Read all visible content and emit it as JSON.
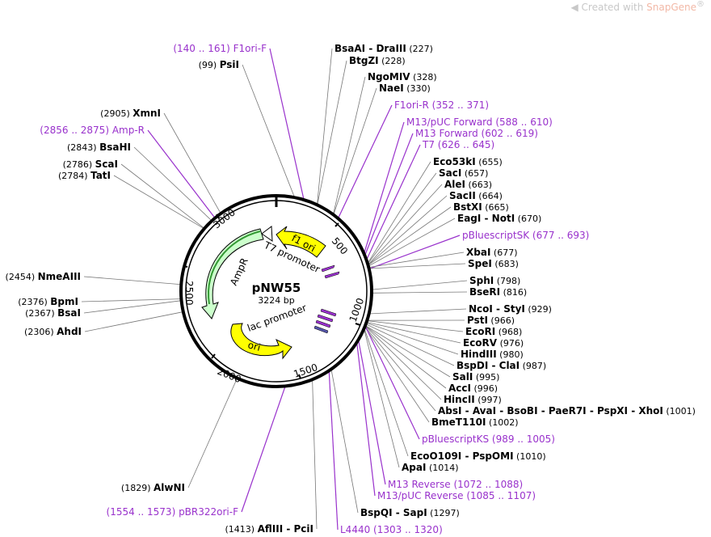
{
  "watermark": {
    "prefix": "Created with",
    "brand": "SnapGene",
    "mark": "®"
  },
  "plasmid": {
    "name": "pNW55",
    "length_label": "3224 bp",
    "length": 3224
  },
  "ticks": [
    "500",
    "1000",
    "1500",
    "2000",
    "2500",
    "3000"
  ],
  "features": [
    {
      "name": "f1 ori",
      "color": "#ffff00"
    },
    {
      "name": "T7 promoter",
      "color": "#ffffff"
    },
    {
      "name": "AmpR",
      "color": "#ccffcc"
    },
    {
      "name": "lac promoter",
      "color": "#ffff00"
    },
    {
      "name": "ori",
      "color": "#ffff00"
    }
  ],
  "sites_left": [
    {
      "type": "primer",
      "pos": "(140 .. 161)",
      "name": "F1ori-F"
    },
    {
      "type": "enzyme",
      "pos": "(99)",
      "name": "PsiI"
    },
    {
      "type": "enzyme",
      "pos": "(2905)",
      "name": "XmnI"
    },
    {
      "type": "primer",
      "pos": "(2856 .. 2875)",
      "name": "Amp-R"
    },
    {
      "type": "enzyme",
      "pos": "(2843)",
      "name": "BsaHI"
    },
    {
      "type": "enzyme",
      "pos": "(2786)",
      "name": "ScaI"
    },
    {
      "type": "enzyme",
      "pos": "(2784)",
      "name": "TatI"
    },
    {
      "type": "enzyme",
      "pos": "(2454)",
      "name": "NmeAIII"
    },
    {
      "type": "enzyme",
      "pos": "(2376)",
      "name": "BpmI"
    },
    {
      "type": "enzyme",
      "pos": "(2367)",
      "name": "BsaI"
    },
    {
      "type": "enzyme",
      "pos": "(2306)",
      "name": "AhdI"
    },
    {
      "type": "enzyme",
      "pos": "(1829)",
      "name": "AlwNI"
    },
    {
      "type": "primer",
      "pos": "(1554 .. 1573)",
      "name": "pBR322ori-F"
    },
    {
      "type": "enzyme",
      "pos": "(1413)",
      "name": "AflIII - PciI"
    }
  ],
  "sites_right": [
    {
      "type": "enzyme",
      "name": "BsaAI - DraIII",
      "pos": "(227)"
    },
    {
      "type": "enzyme",
      "name": "BtgZI",
      "pos": "(228)"
    },
    {
      "type": "enzyme",
      "name": "NgoMIV",
      "pos": "(328)"
    },
    {
      "type": "enzyme",
      "name": "NaeI",
      "pos": "(330)"
    },
    {
      "type": "primer",
      "name": "F1ori-R",
      "pos": "(352 .. 371)"
    },
    {
      "type": "primer",
      "name": "M13/pUC Forward",
      "pos": "(588 .. 610)"
    },
    {
      "type": "primer",
      "name": "M13 Forward",
      "pos": "(602 .. 619)"
    },
    {
      "type": "primer",
      "name": "T7",
      "pos": "(626 .. 645)"
    },
    {
      "type": "enzyme",
      "name": "Eco53kI",
      "pos": "(655)"
    },
    {
      "type": "enzyme",
      "name": "SacI",
      "pos": "(657)"
    },
    {
      "type": "enzyme",
      "name": "AleI",
      "pos": "(663)"
    },
    {
      "type": "enzyme",
      "name": "SacII",
      "pos": "(664)"
    },
    {
      "type": "enzyme",
      "name": "BstXI",
      "pos": "(665)"
    },
    {
      "type": "enzyme",
      "name": "EagI - NotI",
      "pos": "(670)"
    },
    {
      "type": "primer",
      "name": "pBluescriptSK",
      "pos": "(677 .. 693)"
    },
    {
      "type": "enzyme",
      "name": "XbaI",
      "pos": "(677)"
    },
    {
      "type": "enzyme",
      "name": "SpeI",
      "pos": "(683)"
    },
    {
      "type": "enzyme",
      "name": "SphI",
      "pos": "(798)"
    },
    {
      "type": "enzyme",
      "name": "BseRI",
      "pos": "(816)"
    },
    {
      "type": "enzyme",
      "name": "NcoI - StyI",
      "pos": "(929)"
    },
    {
      "type": "enzyme",
      "name": "PstI",
      "pos": "(966)"
    },
    {
      "type": "enzyme",
      "name": "EcoRI",
      "pos": "(968)"
    },
    {
      "type": "enzyme",
      "name": "EcoRV",
      "pos": "(976)"
    },
    {
      "type": "enzyme",
      "name": "HindIII",
      "pos": "(980)"
    },
    {
      "type": "enzyme",
      "name": "BspDI - ClaI",
      "pos": "(987)"
    },
    {
      "type": "enzyme",
      "name": "SalI",
      "pos": "(995)"
    },
    {
      "type": "enzyme",
      "name": "AccI",
      "pos": "(996)"
    },
    {
      "type": "enzyme",
      "name": "HincII",
      "pos": "(997)"
    },
    {
      "type": "enzyme",
      "name": "AbsI - AvaI - BsoBI - PaeR7I - PspXI - XhoI",
      "pos": "(1001)"
    },
    {
      "type": "enzyme",
      "name": "BmeT110I",
      "pos": "(1002)"
    },
    {
      "type": "primer",
      "name": "pBluescriptKS",
      "pos": "(989 .. 1005)"
    },
    {
      "type": "enzyme",
      "name": "EcoO109I - PspOMI",
      "pos": "(1010)"
    },
    {
      "type": "enzyme",
      "name": "ApaI",
      "pos": "(1014)"
    },
    {
      "type": "primer",
      "name": "M13 Reverse",
      "pos": "(1072 .. 1088)"
    },
    {
      "type": "primer",
      "name": "M13/pUC Reverse",
      "pos": "(1085 .. 1107)"
    },
    {
      "type": "enzyme",
      "name": "BspQI - SapI",
      "pos": "(1297)"
    },
    {
      "type": "primer",
      "name": "L4440",
      "pos": "(1303 .. 1320)"
    }
  ]
}
